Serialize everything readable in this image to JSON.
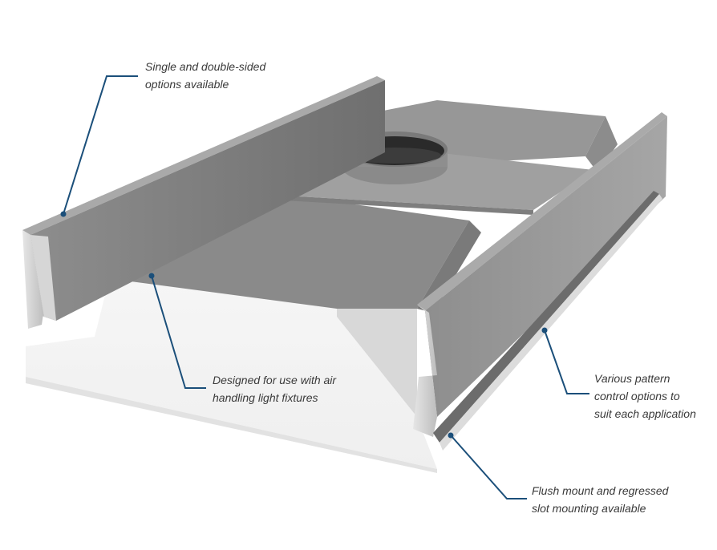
{
  "figure": {
    "subject": "air handling slot diffuser plenum",
    "accent_color": "#1b4f7a",
    "callouts": [
      {
        "id": "sides",
        "lines": [
          "Single and double-sided",
          "options available"
        ]
      },
      {
        "id": "light-fixtures",
        "lines": [
          "Designed for use with air",
          "handling light fixtures"
        ]
      },
      {
        "id": "pattern-control",
        "lines": [
          "Various pattern",
          "control options to",
          "suit each application"
        ]
      },
      {
        "id": "mounting",
        "lines": [
          "Flush mount and regressed",
          "slot mounting available"
        ]
      }
    ]
  }
}
